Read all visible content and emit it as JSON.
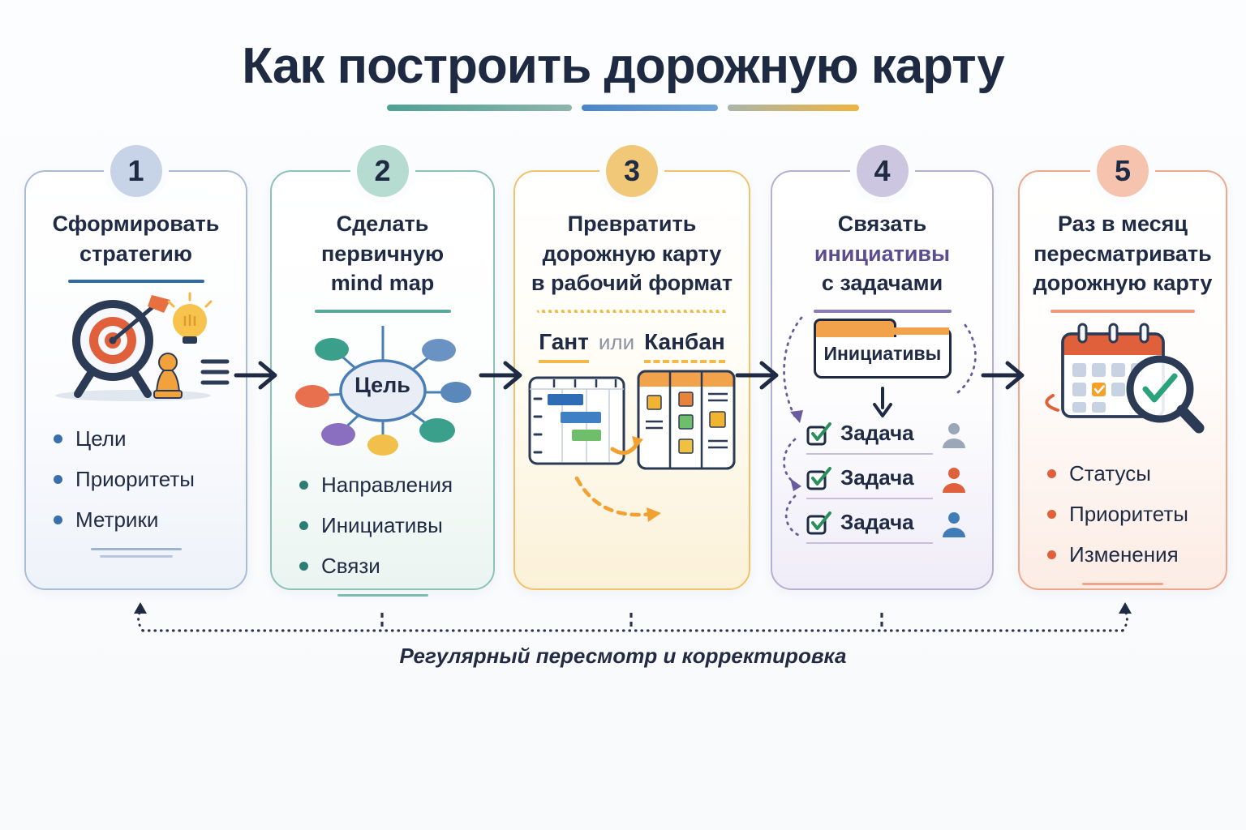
{
  "header": {
    "title": "Как построить дорожную карту",
    "underline_colors": [
      "#4da293",
      "#4a86c8",
      "#f0b340"
    ]
  },
  "steps": [
    {
      "number": "1",
      "title_lines": [
        "Сформировать",
        "стратегию"
      ],
      "bullets": [
        "Цели",
        "Приоритеты",
        "Метрики"
      ],
      "accent_color": "#a9bcd8",
      "circle_color": "#c7d4e8",
      "bullet_color": "#3a6fae",
      "underline_color": "#2e6da4",
      "icon": "target-lightbulb"
    },
    {
      "number": "2",
      "title_lines": [
        "Сделать",
        "первичную",
        "mind map"
      ],
      "mindmap_center": "Цель",
      "bullets": [
        "Направления",
        "Инициативы",
        "Связи"
      ],
      "accent_color": "#8cc3b6",
      "circle_color": "#b6dcd1",
      "bullet_color": "#2e7d74",
      "underline_color": "#5aa79b",
      "icon": "mind-map"
    },
    {
      "number": "3",
      "title_lines": [
        "Превратить",
        "дорожную карту",
        "в рабочий формат"
      ],
      "format_options": {
        "first": "Гант",
        "conjunction": "или",
        "second": "Канбан"
      },
      "accent_color": "#f0c36a",
      "circle_color": "#f1c878",
      "underline_color": "#f0b94a",
      "icon": "gantt-kanban"
    },
    {
      "number": "4",
      "title_lines": [
        "Связать",
        "инициативы",
        "с задачами"
      ],
      "title_highlight_color": "#5c4e8e",
      "folder_label": "Инициативы",
      "tasks": [
        "Задача",
        "Задача",
        "Задача"
      ],
      "task_person_colors": [
        "#9aa7b8",
        "#e0603c",
        "#3f7cb8"
      ],
      "accent_color": "#b6afd3",
      "circle_color": "#ccc6e0",
      "underline_color": "#8a7cb8",
      "icon": "initiatives-to-tasks"
    },
    {
      "number": "5",
      "title_lines": [
        "Раз в месяц",
        "пересматривать",
        "дорожную карту"
      ],
      "bullets": [
        "Статусы",
        "Приоритеты",
        "Изменения"
      ],
      "accent_color": "#efa78d",
      "circle_color": "#f6c4ae",
      "bullet_color": "#e0603c",
      "underline_color": "#ef9a7e",
      "icon": "calendar-review"
    }
  ],
  "footer": {
    "label": "Регулярный пересмотр и корректировка"
  }
}
